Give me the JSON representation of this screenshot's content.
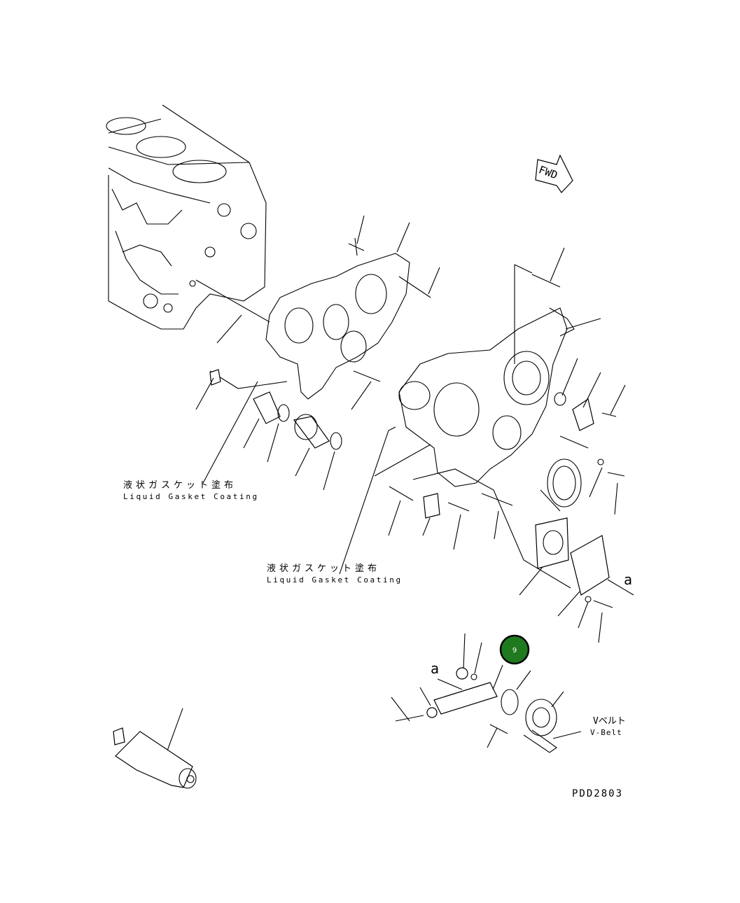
{
  "labels": {
    "liquid_gasket_jp_1": "液状ガスケット塗布",
    "liquid_gasket_en_1": "Liquid Gasket Coating",
    "liquid_gasket_jp_2": "液状ガスケット塗布",
    "liquid_gasket_en_2": "Liquid Gasket Coating",
    "fwd": "FWD",
    "view_a_right": "a",
    "view_a_left": "a",
    "vbelt_jp": "Vベルト",
    "vbelt_en": "V-Belt",
    "part_callout": "9",
    "drawing_number": "PDD2803"
  },
  "colors": {
    "callout_fill": "#1f7a1f",
    "line": "#000000",
    "background": "#ffffff"
  }
}
